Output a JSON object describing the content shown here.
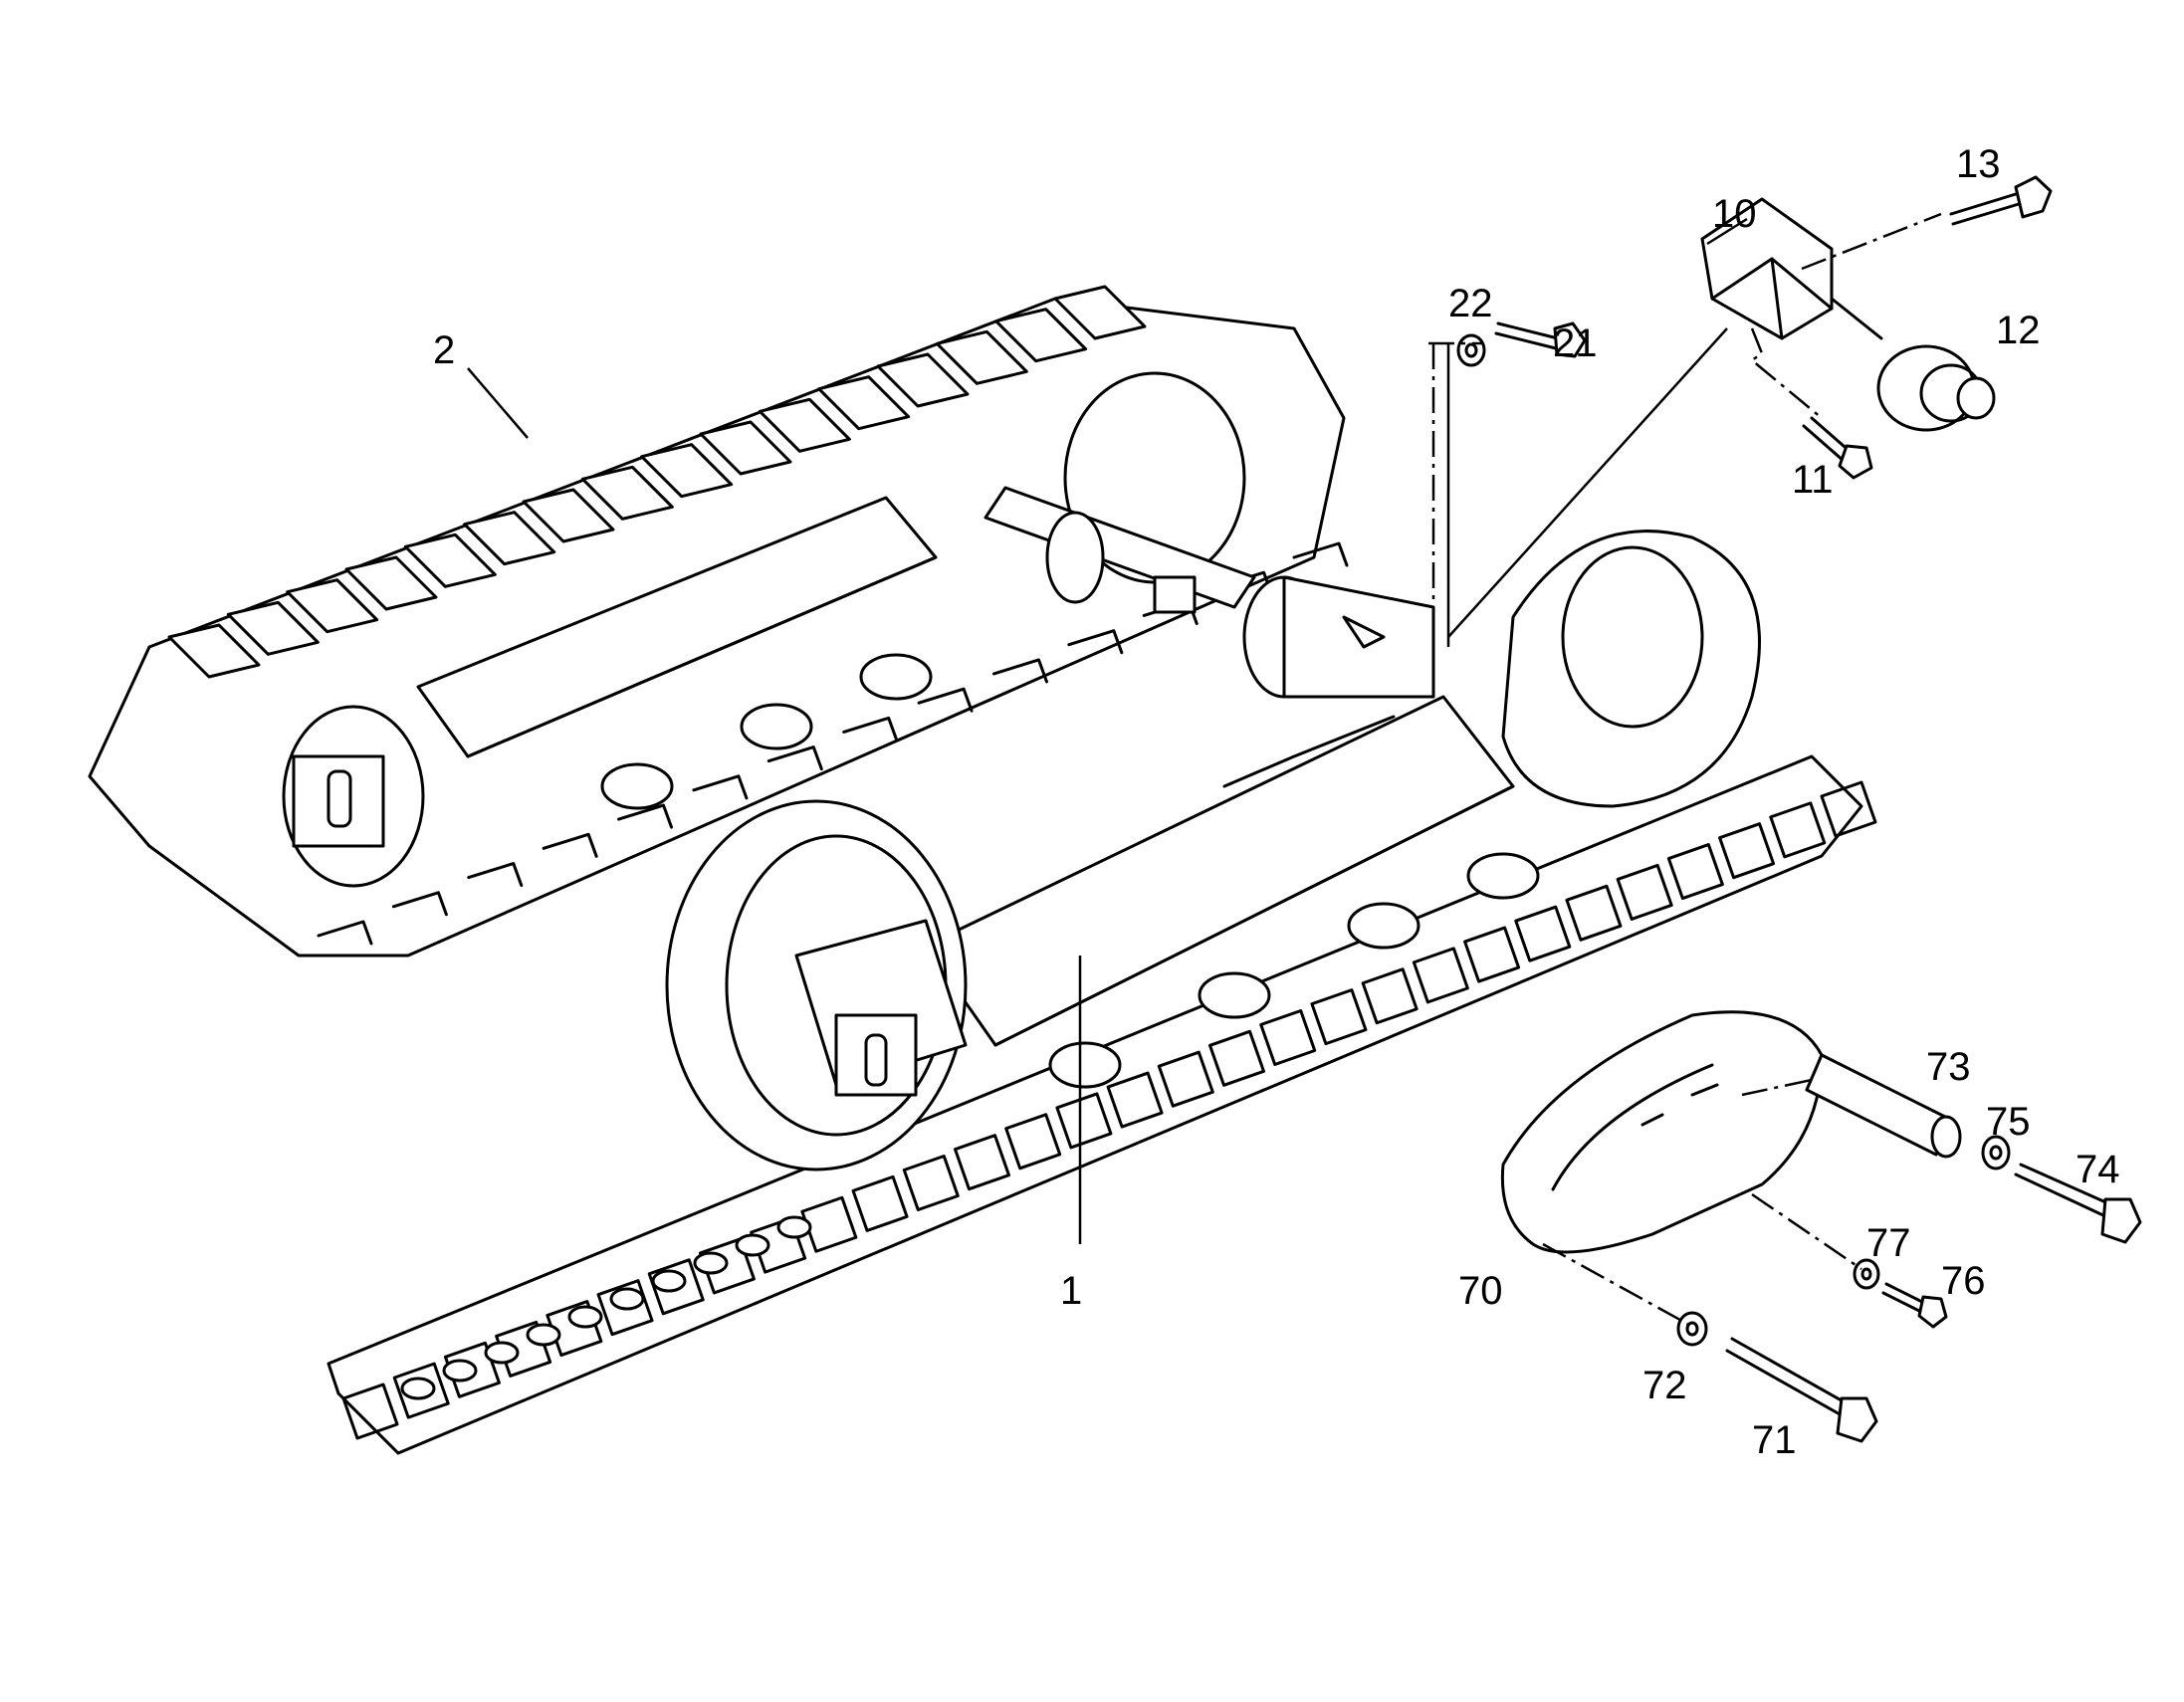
{
  "diagram": {
    "callouts": {
      "c1": "1",
      "c2": "2",
      "c10": "10",
      "c11": "11",
      "c12": "12",
      "c13": "13",
      "c21": "21",
      "c22": "22",
      "c70": "70",
      "c71": "71",
      "c72": "72",
      "c73": "73",
      "c74": "74",
      "c75": "75",
      "c76": "76",
      "c77": "77"
    }
  }
}
